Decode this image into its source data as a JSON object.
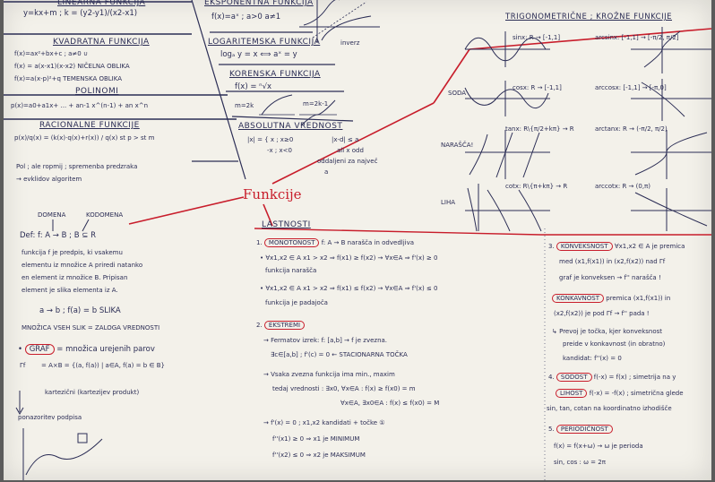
{
  "center": {
    "title": "Funkcije"
  },
  "top_left": {
    "linear": {
      "title": "LINEARNA FUNKCIJA",
      "formula": "y=kx+m ; k = (y2-y1)/(x2-x1)"
    },
    "quadratic": {
      "title": "KVADRATNA FUNKCIJA",
      "lines": [
        "f(x)=ax²+bx+c ; a≠0 ∪",
        "f(x) = a(x-x1)(x-x2)  NIČELNA OBLIKA",
        "f(x)=a(x-p)²+q  TEMENSKA OBLIKA"
      ]
    },
    "polynomial": {
      "title": "POLINOMI",
      "formula": "p(x)=a0+a1x+ ... + an-1 x^(n-1) + an x^n"
    },
    "rational": {
      "title": "RACIONALNE FUNKCIJE",
      "formula": "p(x)/q(x) = (k(x)·q(x)+r(x)) / q(x)  st p > st m",
      "note1": "Pol ; ale ropmij ; spremenba predzraka",
      "note2": "→ evklidov algoritem"
    }
  },
  "top_mid": {
    "exponential": {
      "title": "EKSPONENTNA FUNKCIJA",
      "formula": "f(x)=aˣ ; a>0 a≠1"
    },
    "logarithmic": {
      "title": "LOGARITEMSKA FUNKCIJA",
      "formula": "logₐ y = x ⟺ aˣ = y"
    },
    "root": {
      "title": "KORENSKA FUNKCIJA",
      "formula": "f(x) = ⁿ√x",
      "m1": "m=2k",
      "m2": "m=2k-1"
    },
    "absolute": {
      "title": "ABSOLUTNA VREDNOST",
      "l1": "|x| = {  x ; x≥0",
      "l2": "-x ; x<0",
      "r1": "|x-d| ≤ a",
      "r2": "ali x odd",
      "r3": "oddaljeni za največ",
      "r4": "a"
    },
    "graph_label": "inverz"
  },
  "trig": {
    "title": "TRIGONOMETRIČNE ; KROŽNE FUNKCIJE",
    "sin": "sinx: R → [-1,1]",
    "cos": "cosx: R → [-1,1]",
    "tan": "tanx: R\\{π/2+kπ} → R",
    "cot": "cotx: R\\{π+kπ} → R",
    "arcsin": "arcsinx: [-1,1] → [-π/2, π/2]",
    "arccos": "arccosx: [-1,1] → [-π,0]",
    "arctan": "arctanx: R → (-π/2, π/2)",
    "arccot": "arccotx: R → (0,π)",
    "label_soda": "SODA",
    "label_narascajoca": "NARAŠČA!",
    "label_liha": "LIHA"
  },
  "left_bottom": {
    "domain": "DOMENA",
    "codomain": "KODOMENA",
    "def": "Def: f: A → B ; B ⊆ R",
    "p1": "funkcija f je predpis, ki vsakemu",
    "p2": "elementu iz množice A priredi natanko",
    "p3": "en element iz množice B. Pripisan",
    "p4": "element je slika elementa iz A.",
    "map": "a → b ; f(a) = b  SLIKA",
    "set": "MNOŽICA VSEH SLIK = ZALOGA VREDNOSTI",
    "graf": "GRAF",
    "graf_def": "= množica urejenih parov",
    "gamma": "Γf",
    "cart": "= A×B = {(a, f(a)) | a∈A, f(a) = b ∈ B}",
    "cart2": "kartezični (kartezijev produkt)",
    "arrow_label": "ponazoritev podpisa"
  },
  "properties": {
    "title": "LASTNOSTI",
    "i1_num": "1.",
    "i1_label": "MONOTONOST",
    "i1_text": "f: A → B narašča in odvedljiva",
    "i1_a": "• ∀x1,x2 ∈ A  x1 > x2 ⇒ f(x1) ≥ f(x2)  →  ∀x∈A ⇒ f'(x) ≥ 0",
    "i1_a2": "funkcija narašča",
    "i1_b": "• ∀x1,x2 ∈ A  x1 > x2 ⇒ f(x1) ≤ f(x2) → ∀x∈A ⇒ f'(x) ≤ 0",
    "i1_b2": "funkcija je padajoča",
    "i2_num": "2.",
    "i2_label": "EKSTREMI",
    "i2_a": "→ Fermatov izrek: f: [a,b] → f je zvezna.",
    "i2_b": "∃c∈[a,b] ; f'(c) = 0 ← STACIONARNA TOČKA",
    "i2_c": "→ Vsaka zvezna funkcija ima min., maxim",
    "i2_d": "tedaj vrednosti : ∃x0, ∀x∈A : f(x) ≥ f(x0) = m",
    "i2_e": "∀x∈A, ∃x0∈A : f(x) ≤ f(x0) = M",
    "i2_f": "→ f'(x) = 0 ; x1,x2 kandidati + točke ①",
    "i2_g": "f''(x1) ≥ 0  ⇒ x1 je MINIMUM",
    "i2_h": "f''(x2) ≤ 0  ⇒ x2 je MAKSIMUM"
  },
  "right_bottom": {
    "i3_num": "3.",
    "i3_label": "KONVEKSNOST",
    "i3_a": "∀x1,x2 ∈ A je premica",
    "i3_b": "med (x1,f(x1)) in (x2,f(x2)) nad Γf",
    "i3_c": "graf je konveksen → f'' narašča !",
    "i3_d_label": "KONKAVNOST",
    "i3_d": "premica (x1,f(x1)) in",
    "i3_e": "(x2,f(x2)) je pod Γf → f'' pada !",
    "i3_f": "↳ Prevoj je točka, kjer konveksnost",
    "i3_g": "preide v konkavnost (in obratno)",
    "i3_h": "kandidat: f''(x) = 0",
    "i4_num": "4.",
    "i4_label": "SODOST",
    "i4_a": "f(-x) = f(x) ; simetrija na y",
    "i4_b_label": "LIHOST",
    "i4_b": "f(-x) = -f(x) ; simetrična glede",
    "i4_c": "sin, tan, cotan     na koordinatno izhodišče",
    "i5_num": "5.",
    "i5_label": "PERIODIČNOST",
    "i5_a": "f(x) = f(x+ω) → ω je perioda",
    "i5_b": "sin, cos : ω = 2π"
  },
  "colors": {
    "ink": "#2b2d55",
    "accent": "#c81d2b",
    "paper": "#f3f1ea"
  }
}
